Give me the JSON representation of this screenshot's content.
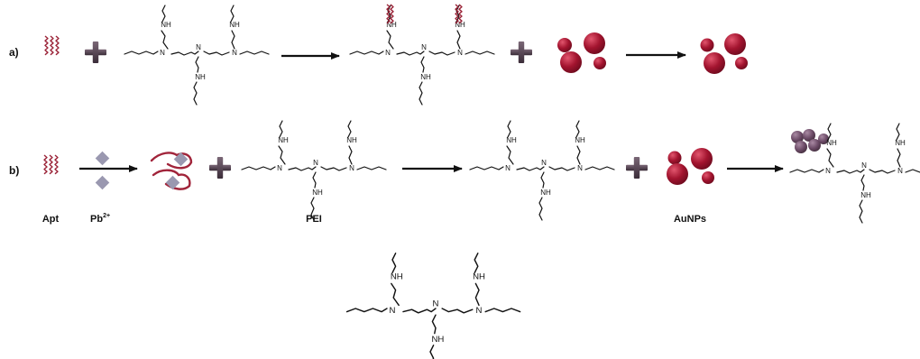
{
  "rows": {
    "a": "a)",
    "b": "b)"
  },
  "labels": {
    "apt": "Apt",
    "pb_base": "Pb",
    "pb_sup": "2+",
    "pei": "PEI",
    "aunps": "AuNPs"
  },
  "atoms": {
    "nh": "NH",
    "n": "N"
  },
  "colors": {
    "aunp": "#a3142f",
    "aggregate": "#6b4a66",
    "aptamer": "#9b2338",
    "pb_ion": "#9a98b0",
    "plus": "#4a3a48"
  }
}
